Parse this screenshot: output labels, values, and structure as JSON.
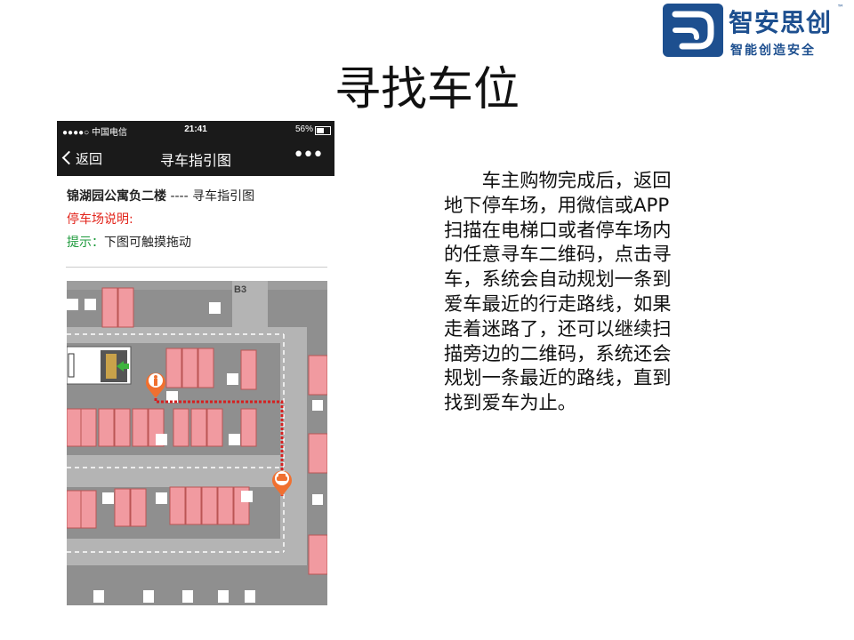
{
  "slide": {
    "title": "寻找车位",
    "body_lines": [
      "车主购物完成后，返回",
      "地下停车场，用微信或APP",
      "扫描在电梯口或者停车场内",
      "的任意寻车二维码，点击寻",
      "车，系统会自动规划一条到",
      "爱车最近的行走路线，如果",
      "走着迷路了，还可以继续扫",
      "描旁边的二维码，系统还会",
      "规划一条最近的路线，直到",
      "找到爱车为止。"
    ]
  },
  "logo": {
    "name": "智安思创",
    "slogan": "智能创造安全",
    "trademark": "™"
  },
  "phone": {
    "status_bar": {
      "carrier": "●●●●○ 中国电信",
      "time": "21:41",
      "battery": "56%",
      "battery_level": 0.56
    },
    "nav": {
      "back_label": "返回",
      "title": "寻车指引图",
      "more": "•••"
    },
    "info": {
      "location_name": "锦湖园公寓负二楼",
      "location_suffix": " ---- 寻车指引图",
      "parking_note_label": "停车场说明:",
      "tip_label": "提示：",
      "tip_text": "下图可触摸拖动"
    },
    "map": {
      "level_label": "B3",
      "colors": {
        "floor": "#8f8f8f",
        "lane": "#b4b4b4",
        "space": "#f19aa0",
        "route": "#d42020",
        "marker": "#f07030"
      }
    }
  }
}
